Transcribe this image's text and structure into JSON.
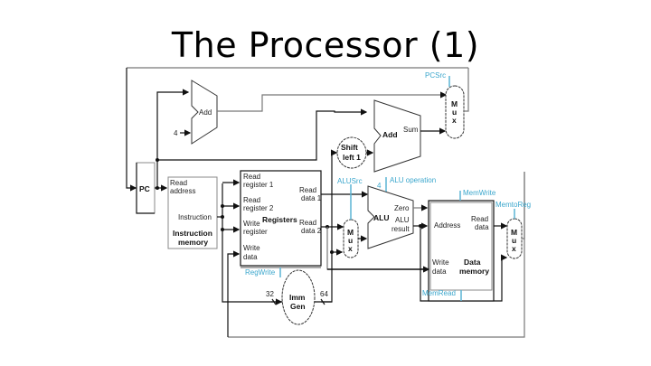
{
  "title": "The Processor (1)",
  "diagram": {
    "components": {
      "pc": "PC",
      "adder_pc": "Add",
      "const_four": "4",
      "adder_branch": "Add",
      "adder_branch_out": "Sum",
      "shift": [
        "Shift",
        "left 1"
      ],
      "pc_mux": [
        "M",
        "u",
        "x"
      ],
      "imem": {
        "read_address": [
          "Read",
          "address"
        ],
        "instruction": "Instruction",
        "name": [
          "Instruction",
          "memory"
        ]
      },
      "registers": {
        "read_reg1": [
          "Read",
          "register 1"
        ],
        "read_reg2": [
          "Read",
          "register 2"
        ],
        "write_reg": [
          "Write",
          "register"
        ],
        "write_data": [
          "Write",
          "data"
        ],
        "read_data1": [
          "Read",
          "data 1"
        ],
        "read_data2": [
          "Read",
          "data 2"
        ],
        "name": "Registers"
      },
      "alu_mux": [
        "M",
        "u",
        "x"
      ],
      "alu": {
        "name": "ALU",
        "zero": "Zero",
        "result": [
          "ALU",
          "result"
        ],
        "op_width": "4"
      },
      "dmem": {
        "address": "Address",
        "read_data": [
          "Read",
          "data"
        ],
        "write_data": [
          "Write",
          "data"
        ],
        "name": [
          "Data",
          "memory"
        ]
      },
      "wb_mux": [
        "M",
        "u",
        "x"
      ],
      "imm_gen": [
        "Imm",
        "Gen"
      ],
      "imm_in_width": "32",
      "imm_out_width": "64"
    },
    "control_signals": {
      "pcsrc": "PCSrc",
      "alusrc": "ALUSrc",
      "alu_operation": "ALU operation",
      "memwrite": "MemWrite",
      "memtoreg": "MemtoReg",
      "regwrite": "RegWrite",
      "memread": "MemRead"
    },
    "colors": {
      "control": "#5ab4d4",
      "wire": "#111111",
      "component_border": "#888888"
    }
  }
}
